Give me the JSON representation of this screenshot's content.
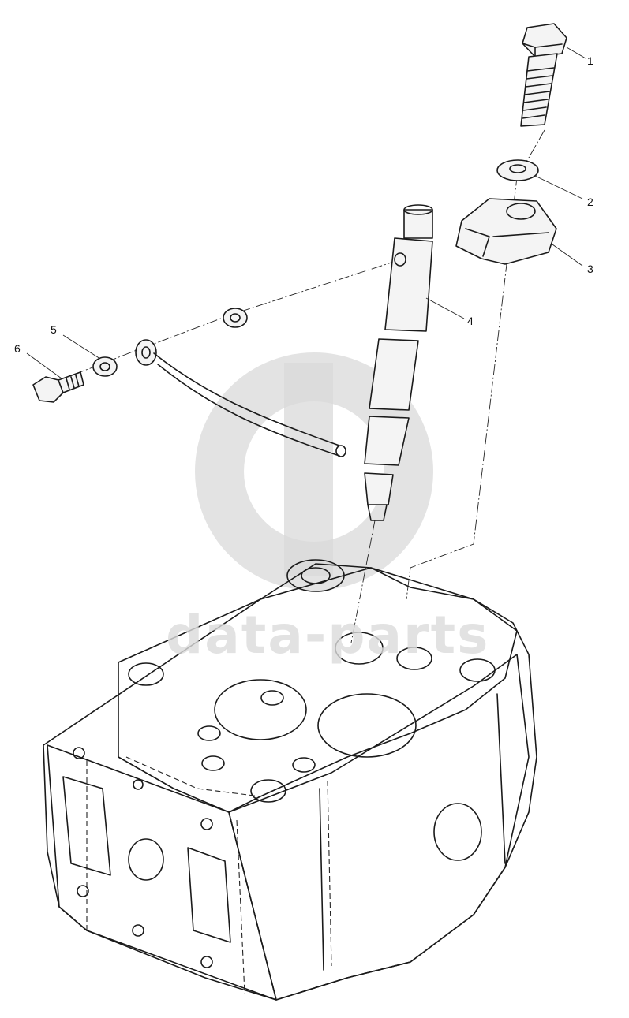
{
  "watermark": {
    "text": "data-parts",
    "color": "#d9d9d9"
  },
  "callouts": [
    {
      "label": "1",
      "part": "bolt"
    },
    {
      "label": "2",
      "part": "washer"
    },
    {
      "label": "3",
      "part": "clamp"
    },
    {
      "label": "4",
      "part": "injector"
    },
    {
      "label": "5",
      "part": "sealing-washer"
    },
    {
      "label": "6",
      "part": "banjo-bolt"
    }
  ],
  "colors": {
    "line": "#1a1a1a",
    "background": "#ffffff"
  }
}
